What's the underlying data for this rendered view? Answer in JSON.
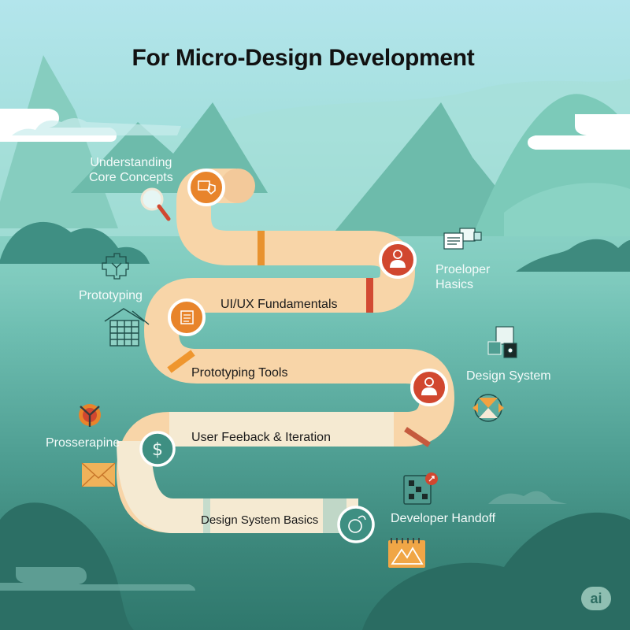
{
  "title": "For Micro-Design Development",
  "colors": {
    "sky": "#b3e5ec",
    "road_light": "#f8d5a8",
    "road_cream": "#f5ead2",
    "orange": "#e8842b",
    "red": "#d1472f",
    "teal_dark": "#2f786d",
    "title_text": "#111111"
  },
  "roadmap": {
    "stages": [
      {
        "label": "Understanding Core Concepts",
        "marker_color": "orange",
        "icon": "code-shield-icon"
      },
      {
        "label": "UI/UX Fundamentals",
        "marker_color": "orange",
        "icon": "document-icon"
      },
      {
        "label": "Prototyping Tools",
        "marker_color": "red",
        "icon": "user-icon"
      },
      {
        "label": "User Feeback & Iteration",
        "marker_color": "teal",
        "icon": "dollar-icon"
      },
      {
        "label": "Design System Basics",
        "marker_color": "teal",
        "icon": "refresh-leaf-icon"
      }
    ]
  },
  "side_labels": {
    "understanding": {
      "line1": "Understanding",
      "line2": "Core Concepts"
    },
    "proeloper": {
      "line1": "Proeloper",
      "line2": "Hasics"
    },
    "prototyping": "Prototyping",
    "design_system": "Design System",
    "proserapine": "Prosserapine",
    "developer_handoff": "Developer Handoff"
  },
  "badge": "ai"
}
